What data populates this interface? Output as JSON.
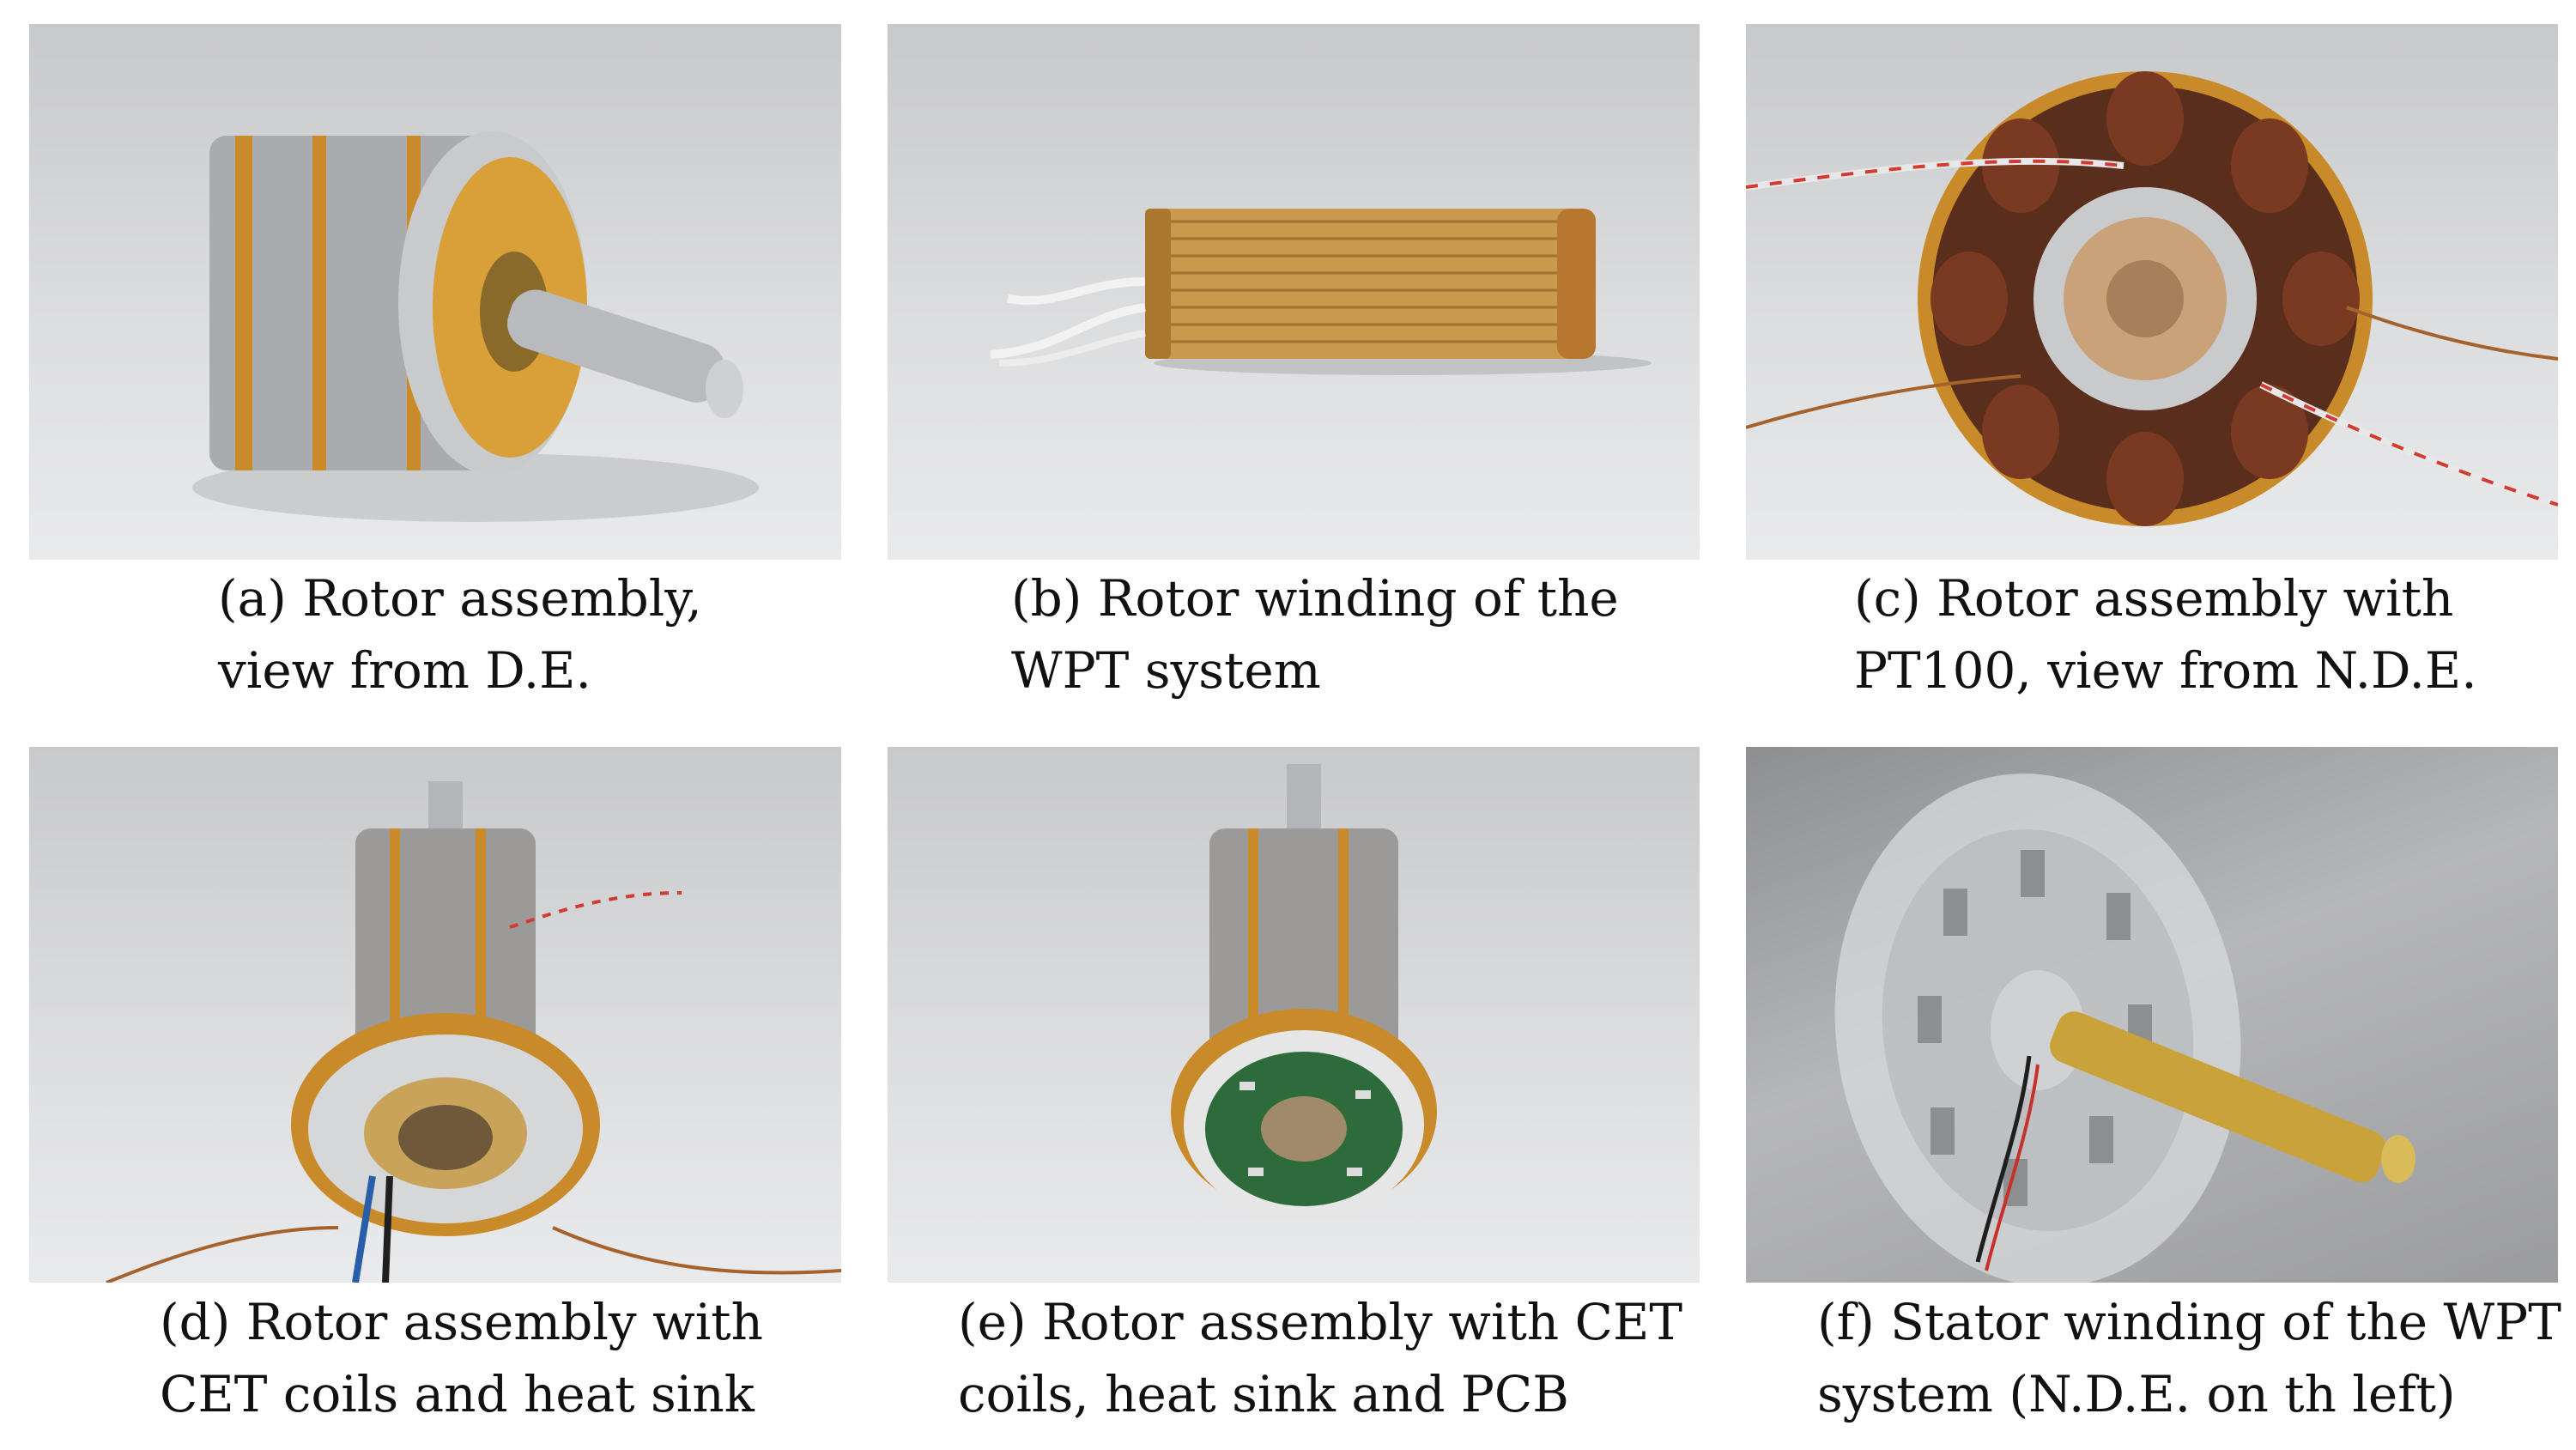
{
  "figure": {
    "panels": [
      {
        "id": "a",
        "caption_lines": [
          "(a) Rotor assembly,",
          "view from D.E."
        ],
        "photo": "rotor-assembly-drive-end"
      },
      {
        "id": "b",
        "caption_lines": [
          "(b) Rotor winding of the",
          "WPT system"
        ],
        "photo": "rotor-winding-wpt"
      },
      {
        "id": "c",
        "caption_lines": [
          "(c) Rotor assembly with",
          "PT100, view from N.D.E."
        ],
        "photo": "rotor-assembly-pt100-nde"
      },
      {
        "id": "d",
        "caption_lines": [
          "(d) Rotor assembly with",
          "CET coils and heat sink"
        ],
        "photo": "rotor-cet-coils-heatsink"
      },
      {
        "id": "e",
        "caption_lines": [
          "(e) Rotor assembly with CET",
          "coils, heat sink and PCB"
        ],
        "photo": "rotor-cet-heatsink-pcb"
      },
      {
        "id": "f",
        "caption_lines": [
          "(f) Stator winding of the WPT",
          "system (N.D.E. on th left)"
        ],
        "photo": "stator-winding-wpt"
      }
    ],
    "colors": {
      "copper": "#c98a2a",
      "steel": "#a8aaad",
      "winding": "#6b3320",
      "pcb": "#2e6b3a",
      "backdrop": "#d6d7d9"
    }
  }
}
